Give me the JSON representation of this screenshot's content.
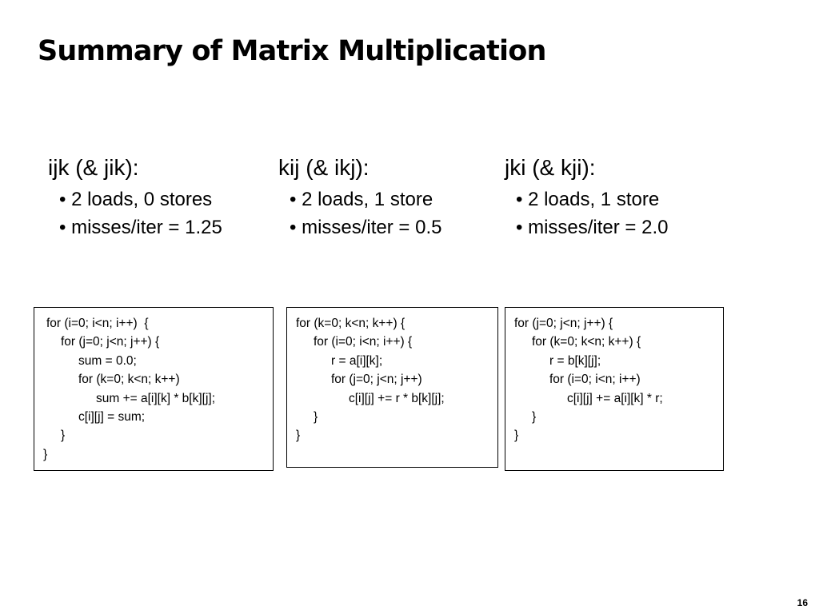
{
  "title": "Summary of Matrix Multiplication",
  "columns": [
    {
      "heading": "ijk (& jik):",
      "bullets": [
        "2 loads, 0 stores",
        "misses/iter = 1.25"
      ],
      "code": [
        "for (i=0; i<n; i++)  {",
        "for (j=0; j<n; j++) {",
        "sum = 0.0;",
        "for (k=0; k<n; k++)",
        "sum += a[i][k] * b[k][j];",
        "c[i][j] = sum;",
        "}",
        "}"
      ]
    },
    {
      "heading": "kij (& ikj):",
      "bullets": [
        "2 loads, 1 store",
        "misses/iter = 0.5"
      ],
      "code": [
        "for (k=0; k<n; k++) {",
        "for (i=0; i<n; i++) {",
        "r = a[i][k];",
        "for (j=0; j<n; j++)",
        "c[i][j] += r * b[k][j];",
        "}",
        "}"
      ]
    },
    {
      "heading": "jki (& kji):",
      "bullets": [
        "2 loads, 1 store",
        "misses/iter = 2.0"
      ],
      "code": [
        "for (j=0; j<n; j++) {",
        "for (k=0; k<n; k++) {",
        "r = b[k][j];",
        "for (i=0; i<n; i++)",
        "c[i][j] += a[i][k] * r;",
        "}",
        "}"
      ]
    }
  ],
  "page_number": "16"
}
